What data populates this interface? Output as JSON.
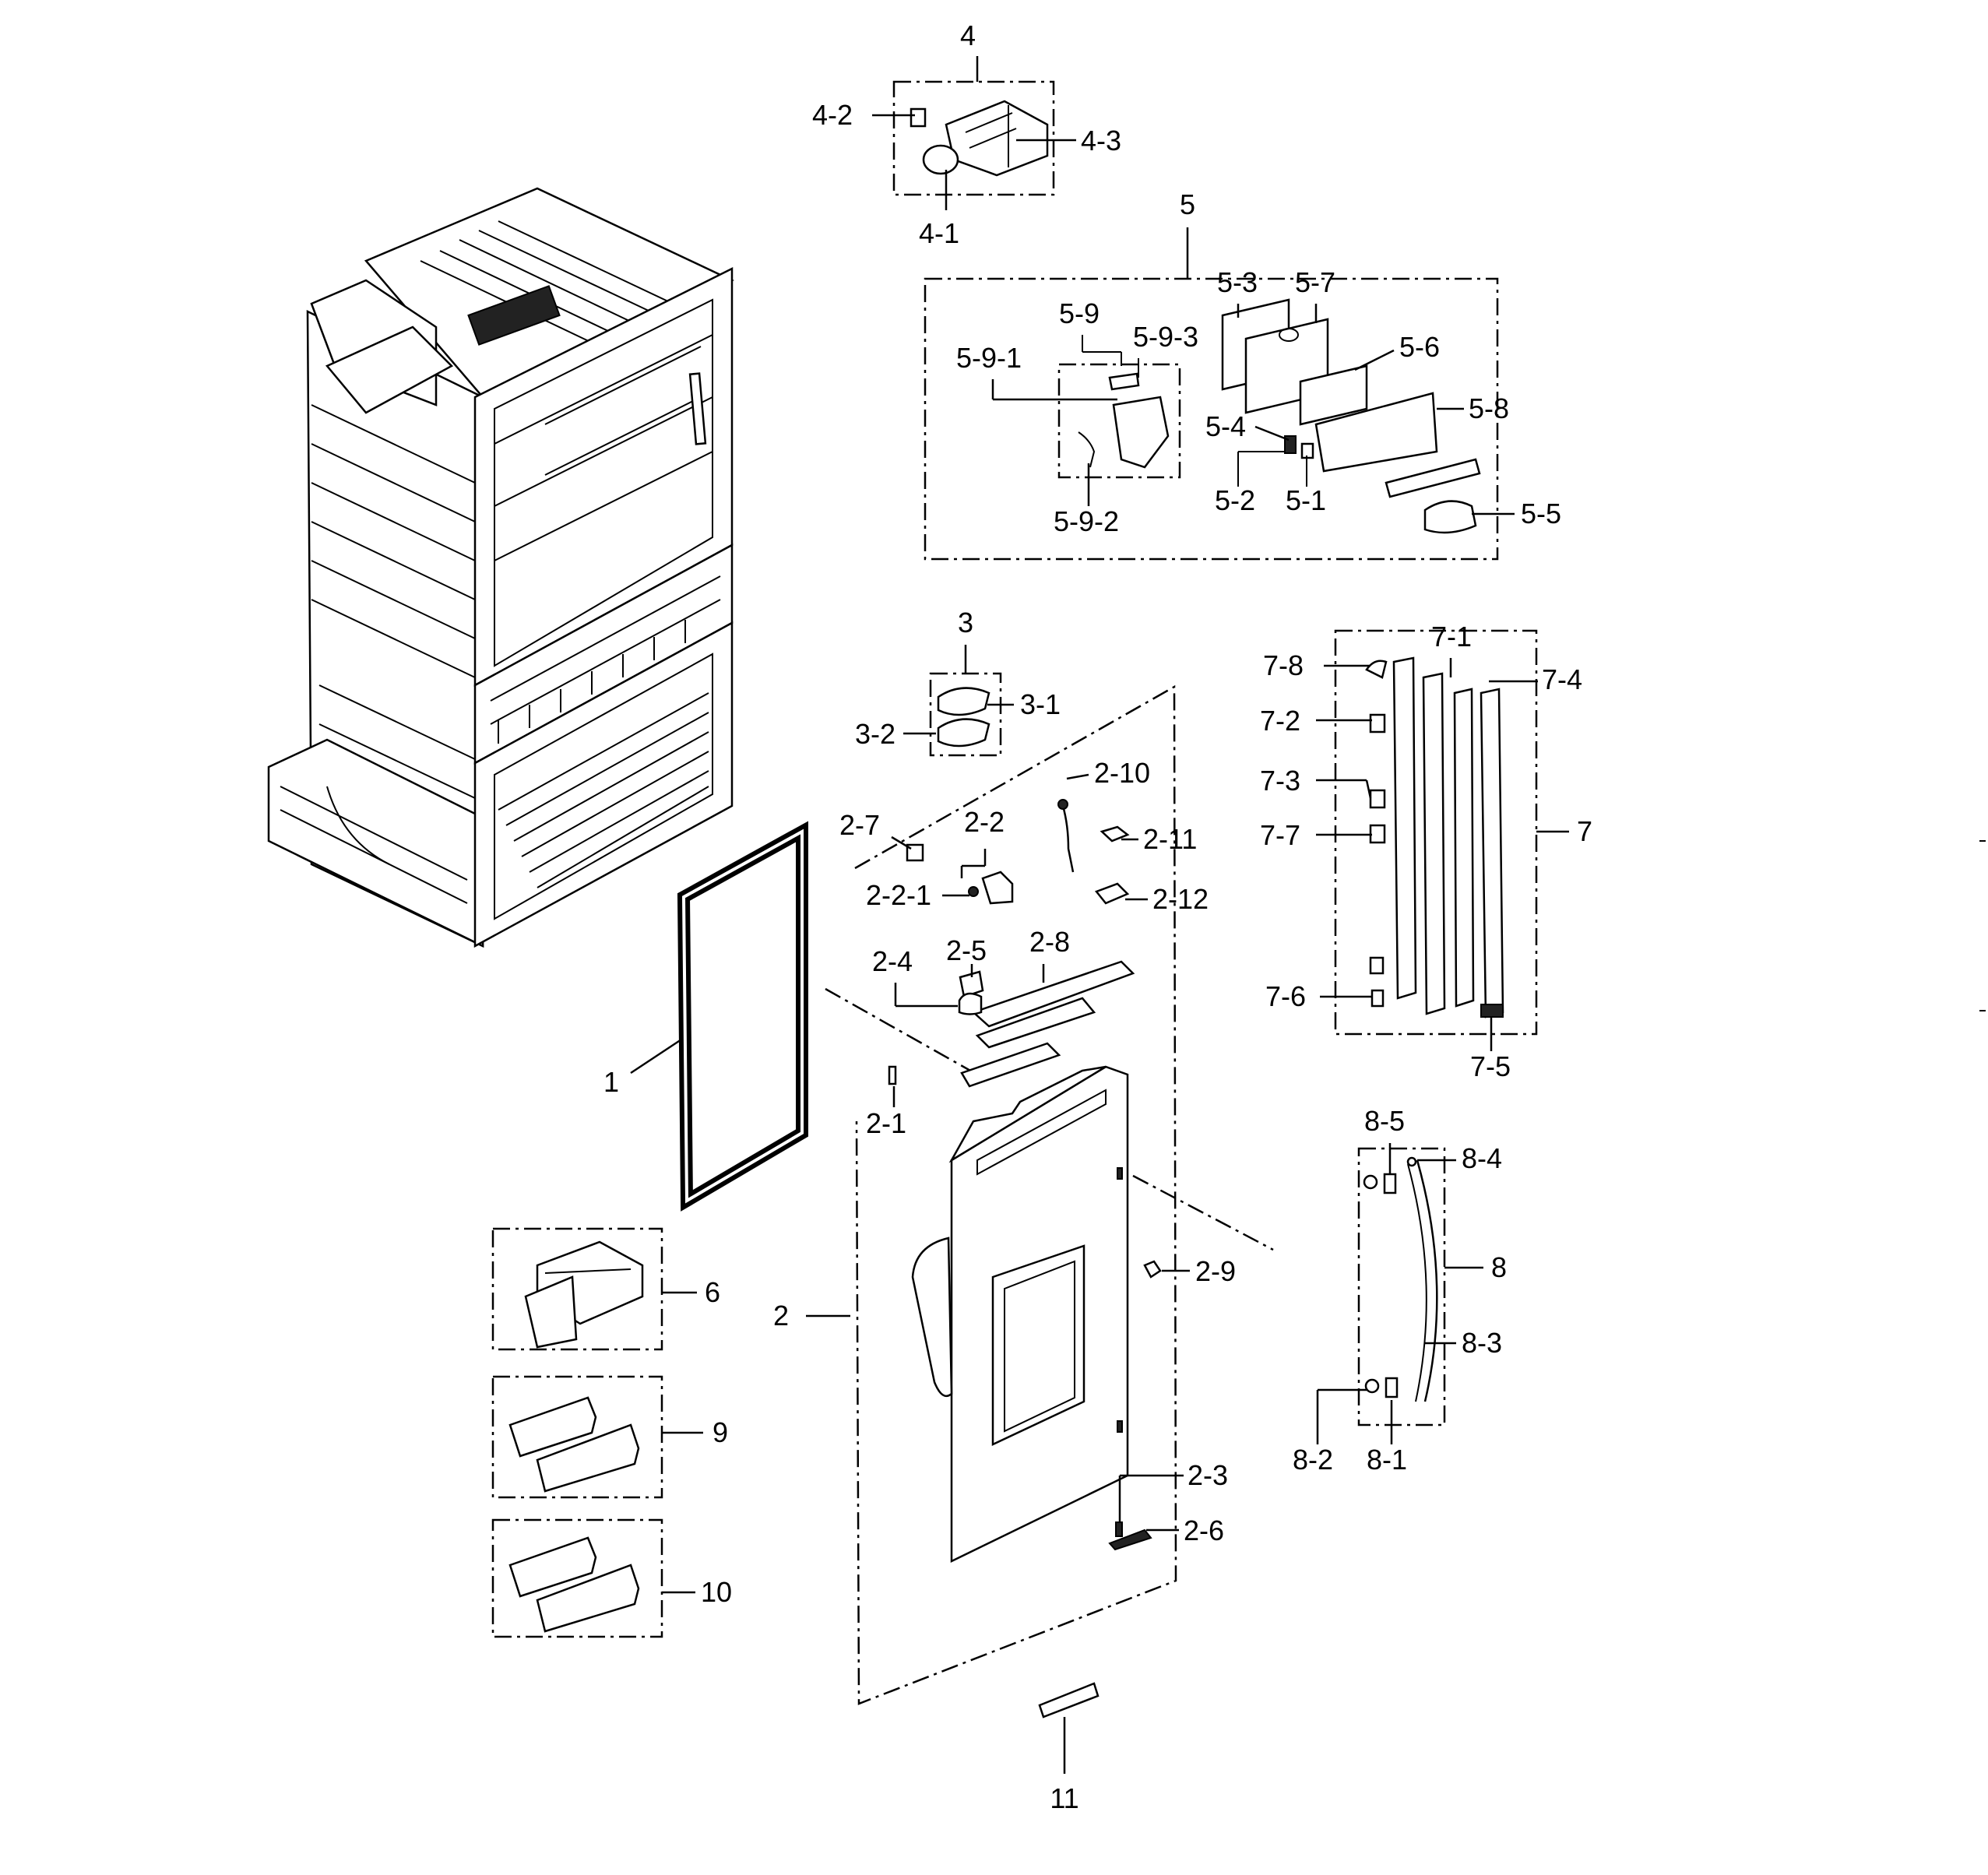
{
  "labels": {
    "l_4": "4",
    "l_4_1": "4-1",
    "l_4_2": "4-2",
    "l_4_3": "4-3",
    "l_5": "5",
    "l_5_1": "5-1",
    "l_5_2": "5-2",
    "l_5_3": "5-3",
    "l_5_4": "5-4",
    "l_5_5": "5-5",
    "l_5_6": "5-6",
    "l_5_7": "5-7",
    "l_5_8": "5-8",
    "l_5_9": "5-9",
    "l_5_9_1": "5-9-1",
    "l_5_9_2": "5-9-2",
    "l_5_9_3": "5-9-3",
    "l_3": "3",
    "l_3_1": "3-1",
    "l_3_2": "3-2",
    "l_2_7": "2-7",
    "l_2_2": "2-2",
    "l_2_2_1": "2-2-1",
    "l_2_10": "2-10",
    "l_2_11": "2-11",
    "l_2_12": "2-12",
    "l_2_4": "2-4",
    "l_2_5": "2-5",
    "l_2_8": "2-8",
    "l_2_1": "2-1",
    "l_2_9": "2-9",
    "l_2": "2",
    "l_2_3": "2-3",
    "l_2_6": "2-6",
    "l_1": "1",
    "l_6": "6",
    "l_9": "9",
    "l_10": "10",
    "l_11": "11",
    "l_7": "7",
    "l_7_1": "7-1",
    "l_7_2": "7-2",
    "l_7_3": "7-3",
    "l_7_4": "7-4",
    "l_7_5": "7-5",
    "l_7_6": "7-6",
    "l_7_7": "7-7",
    "l_7_8": "7-8",
    "l_8": "8",
    "l_8_1": "8-1",
    "l_8_2": "8-2",
    "l_8_3": "8-3",
    "l_8_4": "8-4",
    "l_8_5": "8-5"
  }
}
